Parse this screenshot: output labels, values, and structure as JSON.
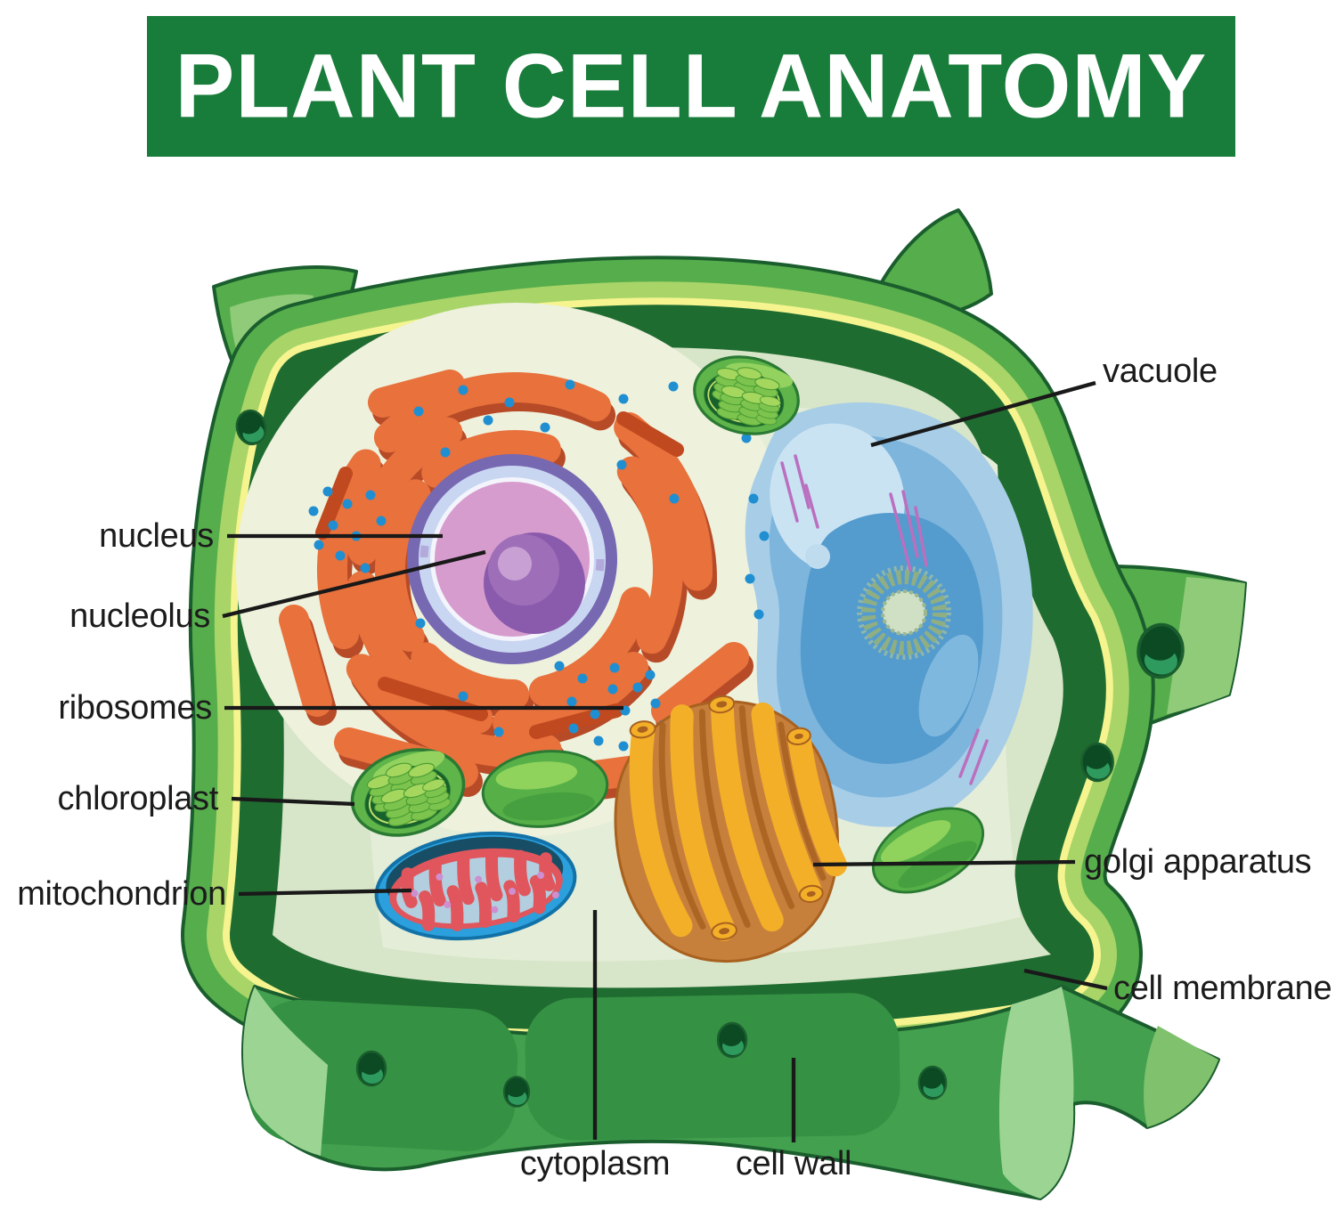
{
  "title": "PLANT CELL ANATOMY",
  "labels": {
    "nucleus": "nucleus",
    "nucleolus": "nucleolus",
    "ribosomes": "ribosomes",
    "chloroplast": "chloroplast",
    "mitochondrion": "mitochondrion",
    "vacuole": "vacuole",
    "golgi_apparatus": "golgi apparatus",
    "cell_membrane": "cell membrane",
    "cytoplasm": "cytoplasm",
    "cell_wall": "cell wall"
  },
  "colors": {
    "banner_green": "#187C3A",
    "label_text": "#1B1B1B",
    "leader_line": "#191919",
    "cell_wall_green": "#56AD4B",
    "wall_dark_green": "#1F6C31",
    "membrane_yellow": "#F5F48F",
    "cytoplasm_sage": "#D7E5C8",
    "vacuole_blue": "#7DB5DC",
    "er_orange": "#E8713C",
    "nucleus_pink": "#D79CCE",
    "nucleolus_purple": "#8E5BAB",
    "ribosome_blue": "#1F8FD2",
    "golgi_yellow": "#F3AF28",
    "mitochondrion_red": "#E0565C",
    "mitochondrion_blue": "#2BA0DC",
    "chloroplast_green": "#5FB54A"
  }
}
